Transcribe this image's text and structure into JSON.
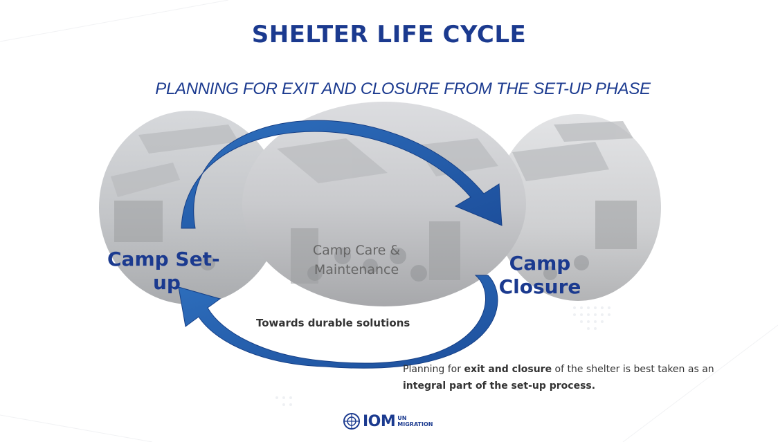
{
  "title": "SHELTER LIFE CYCLE",
  "subtitle": "PLANNING FOR EXIT AND CLOSURE FROM THE SET-UP PHASE",
  "stages": {
    "setup": {
      "line1": "Camp Set-",
      "line2": "up"
    },
    "care": {
      "line1": "Camp Care &",
      "line2": "Maintenance"
    },
    "closure": {
      "line1": "Camp",
      "line2": "Closure"
    }
  },
  "return_arc_label": "Towards durable solutions",
  "note": {
    "part1": "Planning for ",
    "bold1": "exit and closure",
    "part2": " of the shelter is best taken as an",
    "bold2": "integral part of",
    "part3": " the set-up process."
  },
  "logo": {
    "wordmark": "IOM",
    "line1": "UN",
    "line2": "MIGRATION"
  },
  "colors": {
    "brand_blue": "#1b3a8f",
    "arrow_blue": "#2a63b0"
  },
  "icons": [
    "un-emblem-icon",
    "forward-arc-arrow",
    "return-arc-arrow"
  ]
}
